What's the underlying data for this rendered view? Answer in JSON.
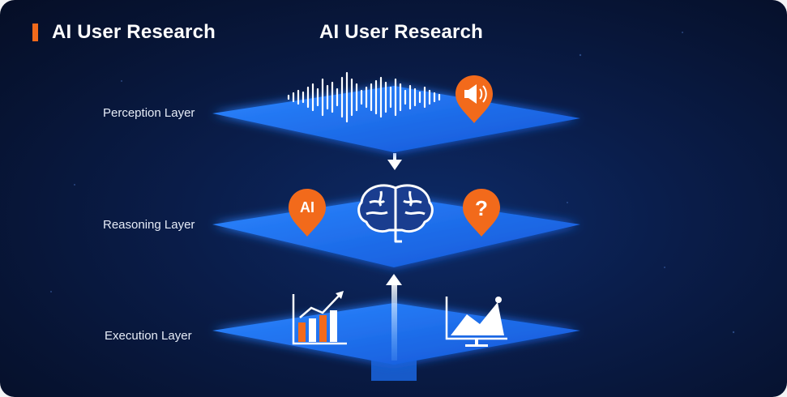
{
  "header": {
    "title_left": "AI User Research",
    "title_center": "AI User Research"
  },
  "layers": [
    {
      "label": "Perception Layer"
    },
    {
      "label": "Reasoning Layer"
    },
    {
      "label": "Execution Layer"
    }
  ],
  "badges": {
    "ai": "AI",
    "question": "?"
  },
  "colors": {
    "accent": "#f26a1b",
    "plane": "#1f6fe8",
    "background": "#0a1d4a"
  }
}
